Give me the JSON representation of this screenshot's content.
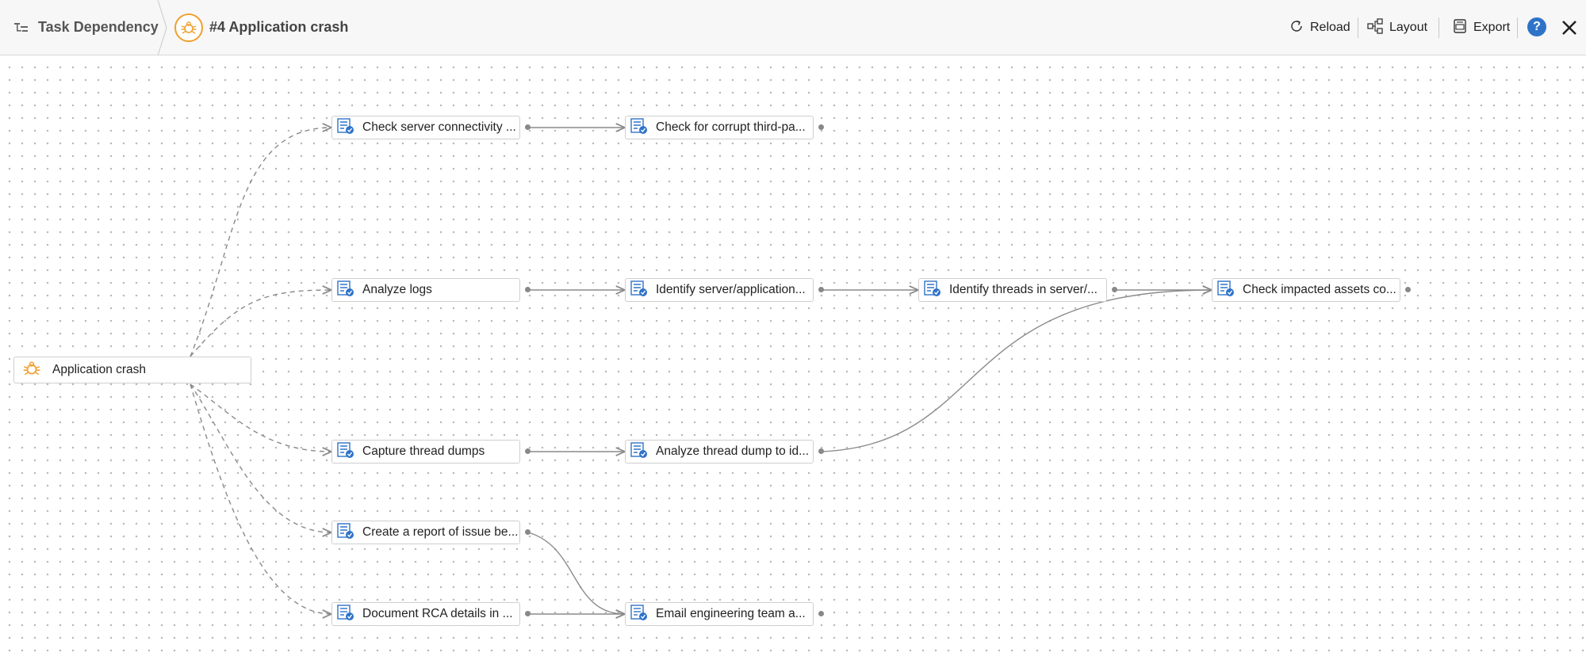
{
  "header": {
    "breadcrumb_label": "Task Dependency",
    "issue_title": "#4 Application crash",
    "actions": {
      "reload": "Reload",
      "layout": "Layout",
      "export": "Export",
      "help": "?"
    }
  },
  "graph": {
    "root": {
      "label": "Application crash",
      "icon": "bug-icon"
    },
    "tasks": [
      {
        "id": "t1",
        "label": "Check server connectivity ..."
      },
      {
        "id": "t2",
        "label": "Check for corrupt third-pa..."
      },
      {
        "id": "t3",
        "label": "Analyze logs"
      },
      {
        "id": "t4",
        "label": "Identify server/application..."
      },
      {
        "id": "t5",
        "label": "Identify threads in server/..."
      },
      {
        "id": "t6",
        "label": "Check impacted assets co..."
      },
      {
        "id": "t7",
        "label": "Capture thread dumps"
      },
      {
        "id": "t8",
        "label": "Analyze thread dump to id..."
      },
      {
        "id": "t9",
        "label": "Create a report of issue be..."
      },
      {
        "id": "t10",
        "label": "Document RCA details in ..."
      },
      {
        "id": "t11",
        "label": "Email engineering team a..."
      }
    ],
    "task_icon": "task-checklist-icon",
    "colors": {
      "accent_orange": "#f0a030",
      "task_icon_blue": "#2f73c9",
      "edge_gray": "#8a8a8a"
    }
  }
}
